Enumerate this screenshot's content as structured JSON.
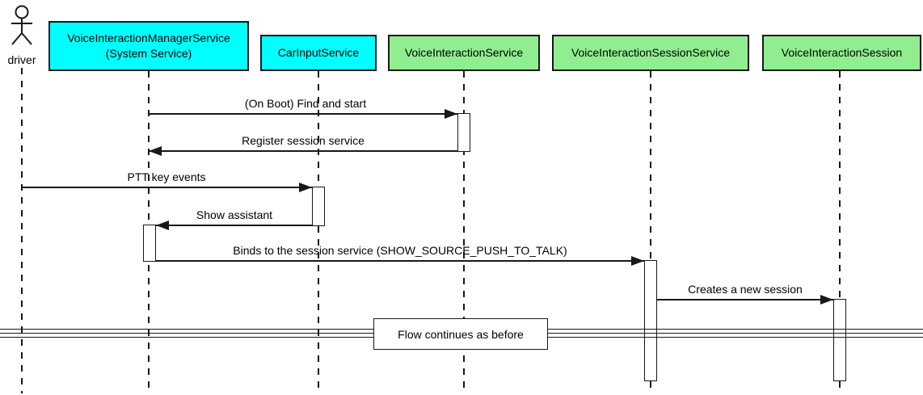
{
  "colors": {
    "cyan": "#00FFFF",
    "green": "#90EE90",
    "line": "#181818",
    "background": "#FFFFFF"
  },
  "actor": {
    "label": "driver"
  },
  "participants": [
    {
      "label": "VoiceInteractionManagerService\n(System Service)",
      "color": "#00FFFF"
    },
    {
      "label": "CarInputService",
      "color": "#00FFFF"
    },
    {
      "label": "VoiceInteractionService",
      "color": "#90EE90"
    },
    {
      "label": "VoiceInteractionSessionService",
      "color": "#90EE90"
    },
    {
      "label": "VoiceInteractionSession",
      "color": "#90EE90"
    }
  ],
  "messages": [
    {
      "label": "(On Boot) Find and start",
      "from": "VoiceInteractionManagerService (System Service)",
      "to": "VoiceInteractionService",
      "direction": "right"
    },
    {
      "label": "Register session service",
      "from": "VoiceInteractionService",
      "to": "VoiceInteractionManagerService (System Service)",
      "direction": "left"
    },
    {
      "label": "PTT key events",
      "from": "driver",
      "to": "CarInputService",
      "direction": "right"
    },
    {
      "label": "Show assistant",
      "from": "CarInputService",
      "to": "VoiceInteractionManagerService (System Service)",
      "direction": "left"
    },
    {
      "label": "Binds to the session service (SHOW_SOURCE_PUSH_TO_TALK)",
      "from": "VoiceInteractionManagerService (System Service)",
      "to": "VoiceInteractionSessionService",
      "direction": "right"
    },
    {
      "label": "Creates a new session",
      "from": "VoiceInteractionSessionService",
      "to": "VoiceInteractionSession",
      "direction": "right"
    }
  ],
  "divider": {
    "label": "Flow continues as before"
  }
}
